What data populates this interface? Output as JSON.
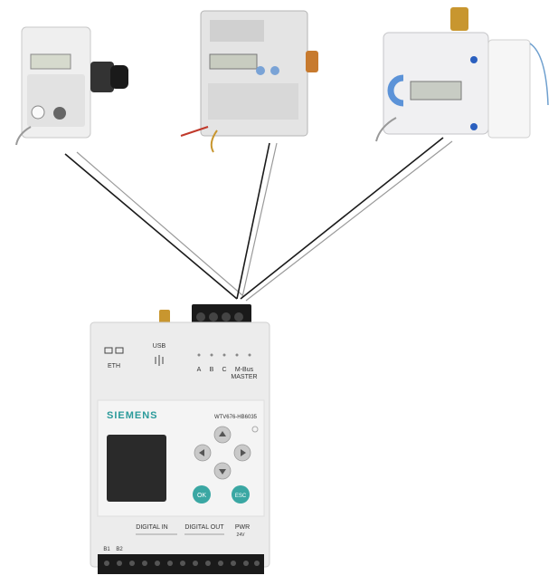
{
  "gateway": {
    "brand": "SIEMENS",
    "model": "WTV676-HB6035",
    "port_labels": {
      "eth": "ETH",
      "usb": "USB",
      "bus_a": "A",
      "bus_b": "B",
      "bus_c": "C",
      "mbus_line1": "M-Bus",
      "mbus_line2": "MASTER"
    },
    "buttons": {
      "ok": "OK",
      "esc": "ESC"
    },
    "bottom": {
      "digital_in": "DIGITAL IN",
      "digital_out": "DIGITAL OUT",
      "power": "PWR",
      "power_sub": "24V",
      "terminals": [
        "B1",
        "B2"
      ]
    }
  },
  "colors": {
    "cable_black": "#1a1a1a",
    "cable_grey": "#9a9a9a",
    "housing": "#ececec",
    "lcd": "#2a2a2a",
    "key_teal": "#3aa7a3",
    "brand_teal": "#2a9a9a",
    "blue_button": "#2a5fbf",
    "brass": "#c8962f"
  }
}
